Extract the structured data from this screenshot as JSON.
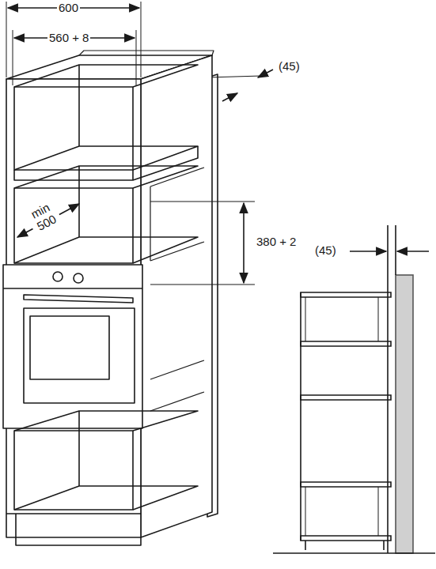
{
  "diagram": {
    "labels": [
      "600",
      "560 + 8",
      "(45)",
      "min 500",
      "380 + 2",
      "(45)"
    ]
  }
}
